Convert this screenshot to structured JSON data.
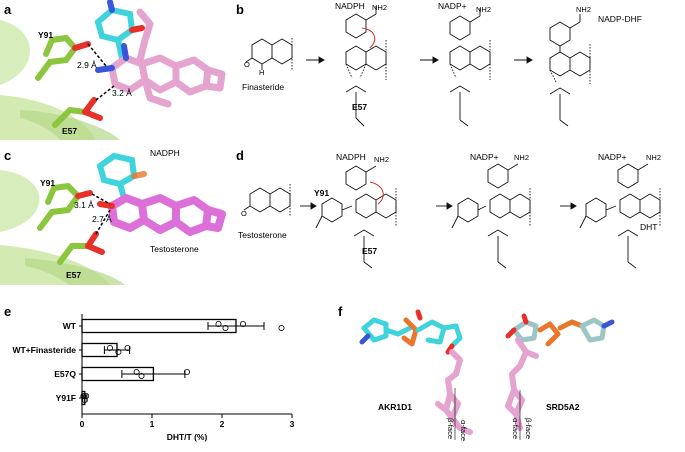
{
  "panels": {
    "a": {
      "label": "a",
      "residues": [
        "Y91",
        "E57"
      ],
      "distances": [
        "2.9 Å",
        "3.2 Å"
      ]
    },
    "b": {
      "label": "b",
      "ligand": "Finasteride",
      "states": [
        "NADPH",
        "NADP+",
        "NADP-DHF"
      ],
      "residue": "E57",
      "atom_labels": [
        "NH2",
        "NH2",
        "NH2"
      ]
    },
    "c": {
      "label": "c",
      "residues": [
        "Y91",
        "E57"
      ],
      "distances": [
        "3.1 Å",
        "2.7 Å"
      ],
      "cofactor": "NADPH",
      "ligand": "Testosterone"
    },
    "d": {
      "label": "d",
      "ligand": "Testosterone",
      "states": [
        "NADPH",
        "NADP+",
        "NADP+"
      ],
      "residues": [
        "Y91",
        "E57"
      ],
      "product": "DHT",
      "atom_labels": [
        "NH2",
        "NH2",
        "NH2"
      ]
    },
    "e": {
      "label": "e"
    },
    "f": {
      "label": "f",
      "proteins": [
        "AKR1D1",
        "SRD5A2"
      ],
      "faces_left": [
        "β-face",
        "α-face"
      ],
      "faces_right": [
        "α-face",
        "β-face"
      ]
    }
  },
  "colors": {
    "helix": "#c8e6a0",
    "helix_dark": "#9cc46a",
    "tyr": "#8cc63f",
    "steroid_pink": "#e4a4cf",
    "steroid_magenta": "#dd6fd8",
    "nadph_cyan": "#3fd3dc",
    "phosphate": "#e9762b",
    "oxygen": "#e8302a",
    "nitrogen": "#3a56d8"
  },
  "chart_data": {
    "type": "bar",
    "categories": [
      "WT",
      "WT+Finasteride",
      "E57Q",
      "Y91F"
    ],
    "values": [
      2.2,
      0.5,
      1.02,
      0.04
    ],
    "errors": [
      0.4,
      0.18,
      0.45,
      0.03
    ],
    "points": [
      [
        1.95,
        2.05,
        2.3,
        2.85
      ],
      [
        0.4,
        0.52,
        0.65
      ],
      [
        0.78,
        0.85,
        1.5
      ],
      [
        0.02,
        0.04,
        0.06
      ]
    ],
    "xlabel": "DHT/T (%)",
    "xlim": [
      0,
      3
    ],
    "xticks": [
      "0",
      "1",
      "2",
      "3"
    ],
    "orientation": "horizontal"
  }
}
